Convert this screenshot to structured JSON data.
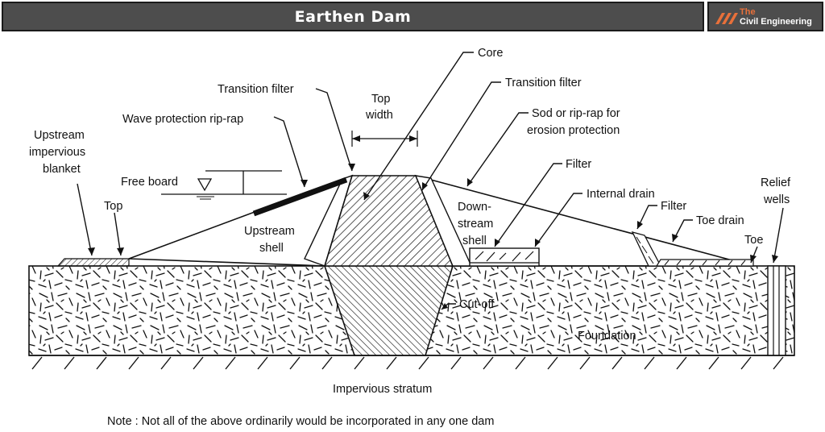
{
  "header": {
    "title": "Earthen Dam",
    "logo_line1": "The",
    "logo_line2": "Civil Engineering"
  },
  "labels": {
    "core": "Core",
    "transition_filter_left": "Transition filter",
    "transition_filter_right": "Transition filter",
    "top_width_1": "Top",
    "top_width_2": "width",
    "wave_protection": "Wave protection rip-rap",
    "sod_1": "Sod or rip-rap for",
    "sod_2": "erosion protection",
    "upstream_blanket_1": "Upstream",
    "upstream_blanket_2": "impervious",
    "upstream_blanket_3": "blanket",
    "free_board": "Free board",
    "filter_1": "Filter",
    "internal_drain": "Internal drain",
    "relief_wells_1": "Relief",
    "relief_wells_2": "wells",
    "top": "Top",
    "upstream_shell_1": "Upstream",
    "upstream_shell_2": "shell",
    "downstream_shell_1": "Down-",
    "downstream_shell_2": "stream",
    "downstream_shell_3": "shell",
    "filter_2": "Filter",
    "toe_drain": "Toe drain",
    "toe": "Toe",
    "cut_off": "Cut-off",
    "foundation": "Foundation",
    "impervious_stratum": "Impervious stratum"
  },
  "note": "Note : Not all of the above ordinarily would be incorporated in any one dam",
  "colors": {
    "banner_bg": "#4d4d4d",
    "logo_accent": "#e8703a",
    "line": "#111111"
  }
}
